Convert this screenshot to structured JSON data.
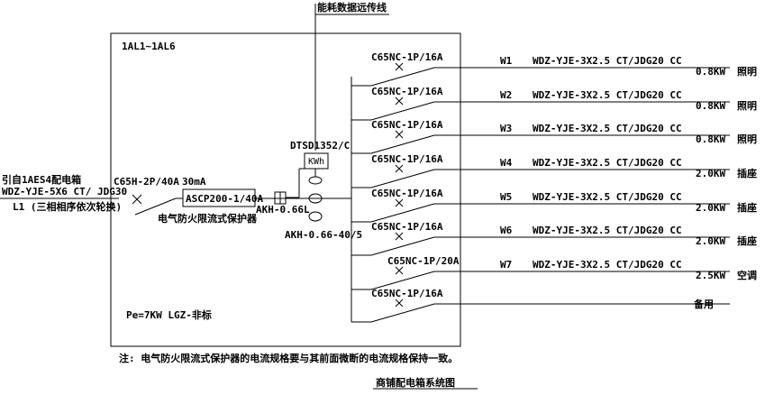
{
  "title": "商铺配电箱系统图",
  "remote_label": "能耗数据远传线",
  "box_label": "1AL1~1AL6",
  "incoming": {
    "source": "引自1AES4配电箱",
    "cable": "WDZ-YJE-5X6 CT/ JDG30",
    "phase_note": "L1 (三相相序依次轮换)",
    "main_breaker": "C65H-2P/40A",
    "rcd_current": "30mA",
    "protector_model": "ASCP200-1/40A",
    "protector_name": "电气防火限流式保护器",
    "meter_model": "DTSD1352/C",
    "meter_unit": "KWh",
    "ct_model": "AKH-0.66L",
    "ct_ratio": "AKH-0.66-40/5"
  },
  "load_info": "Pe=7KW   LGZ-非标",
  "note": "注: 电气防火限流式保护器的电流规格要与其前面微断的电流规格保持一致。",
  "circuits": [
    {
      "breaker": "C65NC-1P/16A",
      "id": "W1",
      "cable": "WDZ-YJE-3X2.5 CT/JDG20 CC",
      "power": "0.8KW",
      "use": "照明"
    },
    {
      "breaker": "C65NC-1P/16A",
      "id": "W2",
      "cable": "WDZ-YJE-3X2.5 CT/JDG20 CC",
      "power": "0.8KW",
      "use": "照明"
    },
    {
      "breaker": "C65NC-1P/16A",
      "id": "W3",
      "cable": "WDZ-YJE-3X2.5 CT/JDG20 CC",
      "power": "0.8KW",
      "use": "照明"
    },
    {
      "breaker": "C65NC-1P/16A",
      "id": "W4",
      "cable": "WDZ-YJE-3X2.5 CT/JDG20 CC",
      "power": "2.0KW",
      "use": "插座"
    },
    {
      "breaker": "C65NC-1P/16A",
      "id": "W5",
      "cable": "WDZ-YJE-3X2.5 CT/JDG20 CC",
      "power": "2.0KW",
      "use": "插座"
    },
    {
      "breaker": "C65NC-1P/16A",
      "id": "W6",
      "cable": "WDZ-YJE-3X2.5 CT/JDG20 CC",
      "power": "2.0KW",
      "use": "插座"
    },
    {
      "breaker": "C65NC-1P/20A",
      "id": "W7",
      "cable": "WDZ-YJE-3X2.5 CT/JDG20 CC",
      "power": "2.5KW",
      "use": "空调"
    },
    {
      "breaker": "C65NC-1P/16A",
      "id": "",
      "cable": "",
      "power": "",
      "use": "备用"
    }
  ]
}
